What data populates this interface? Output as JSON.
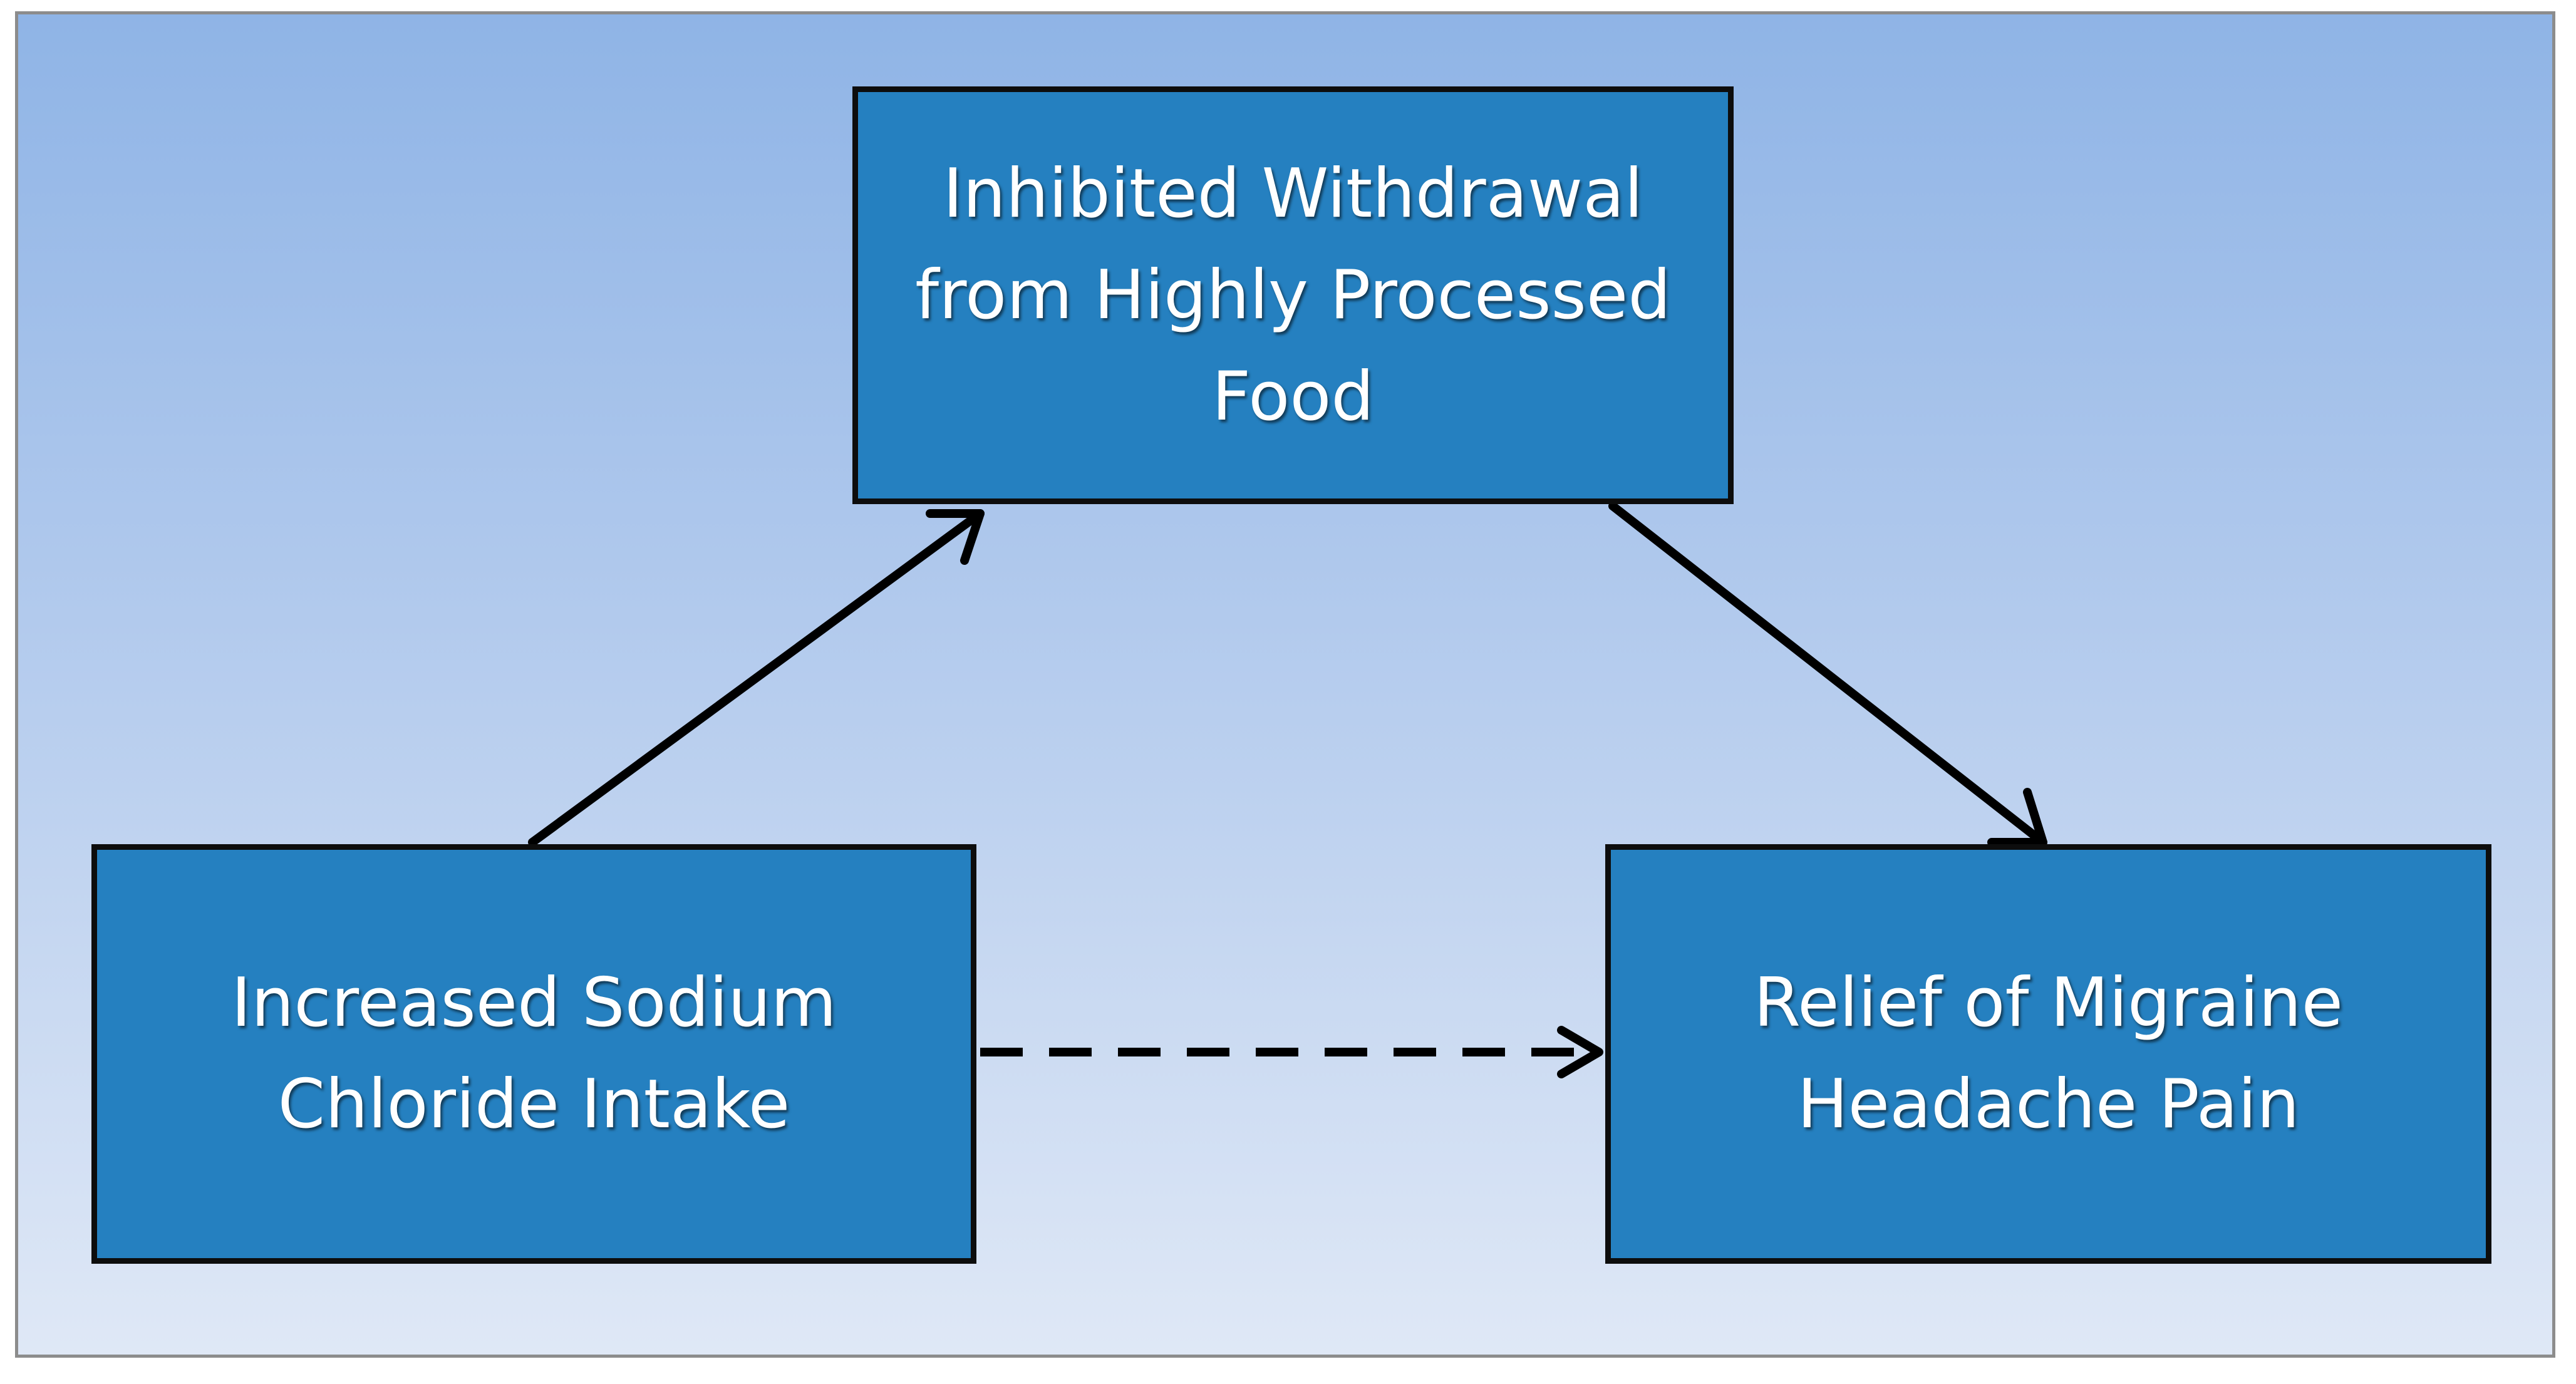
{
  "diagram": {
    "nodes": {
      "mediator": {
        "label": "Inhibited Withdrawal\nfrom Highly Processed\nFood"
      },
      "exposure": {
        "label": "Increased Sodium\nChloride Intake"
      },
      "outcome": {
        "label": "Relief of Migraine\nHeadache Pain"
      }
    },
    "edges": [
      {
        "from": "exposure",
        "to": "mediator",
        "style": "solid"
      },
      {
        "from": "mediator",
        "to": "outcome",
        "style": "solid"
      },
      {
        "from": "exposure",
        "to": "outcome",
        "style": "dashed"
      }
    ],
    "colors": {
      "node_fill": "#2580c0",
      "node_border": "#0d0d0d",
      "node_text": "#ffffff",
      "arrow": "#000000",
      "background_top": "#8fb4e6",
      "background_bottom": "#dfe8f6",
      "frame_border": "#8c8c8c"
    }
  }
}
